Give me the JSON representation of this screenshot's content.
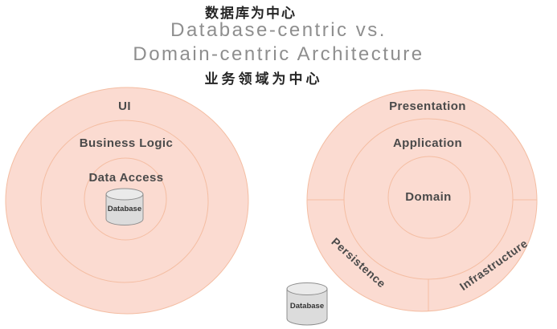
{
  "header": {
    "top_annotation": "数据库为中心",
    "title_line1": "Database-centric vs.",
    "title_line2": "Domain-centric Architecture",
    "bottom_annotation": "业务领域为中心"
  },
  "left_diagram": {
    "name": "database-centric onion",
    "layers": [
      {
        "label": "UI"
      },
      {
        "label": "Business Logic"
      },
      {
        "label": "Data Access"
      }
    ],
    "database_label": "Database"
  },
  "right_diagram": {
    "name": "domain-centric onion",
    "layers": [
      {
        "label": "Presentation"
      },
      {
        "label": "Application"
      },
      {
        "label": "Domain"
      }
    ],
    "segments": [
      {
        "label": "Persistence"
      },
      {
        "label": "Infrastructure"
      }
    ],
    "database_label": "Database"
  },
  "colors": {
    "ring_fill": "#fbdbd1",
    "ring_stroke": "#f4bda2",
    "label_text": "#4a4a4a",
    "title_text": "#8e8e8e",
    "annotation_text": "#262626",
    "cylinder_body": "#dcdcdc",
    "cylinder_top": "#eaeaea",
    "cylinder_stroke": "#8f8f8f",
    "background": "#ffffff"
  }
}
